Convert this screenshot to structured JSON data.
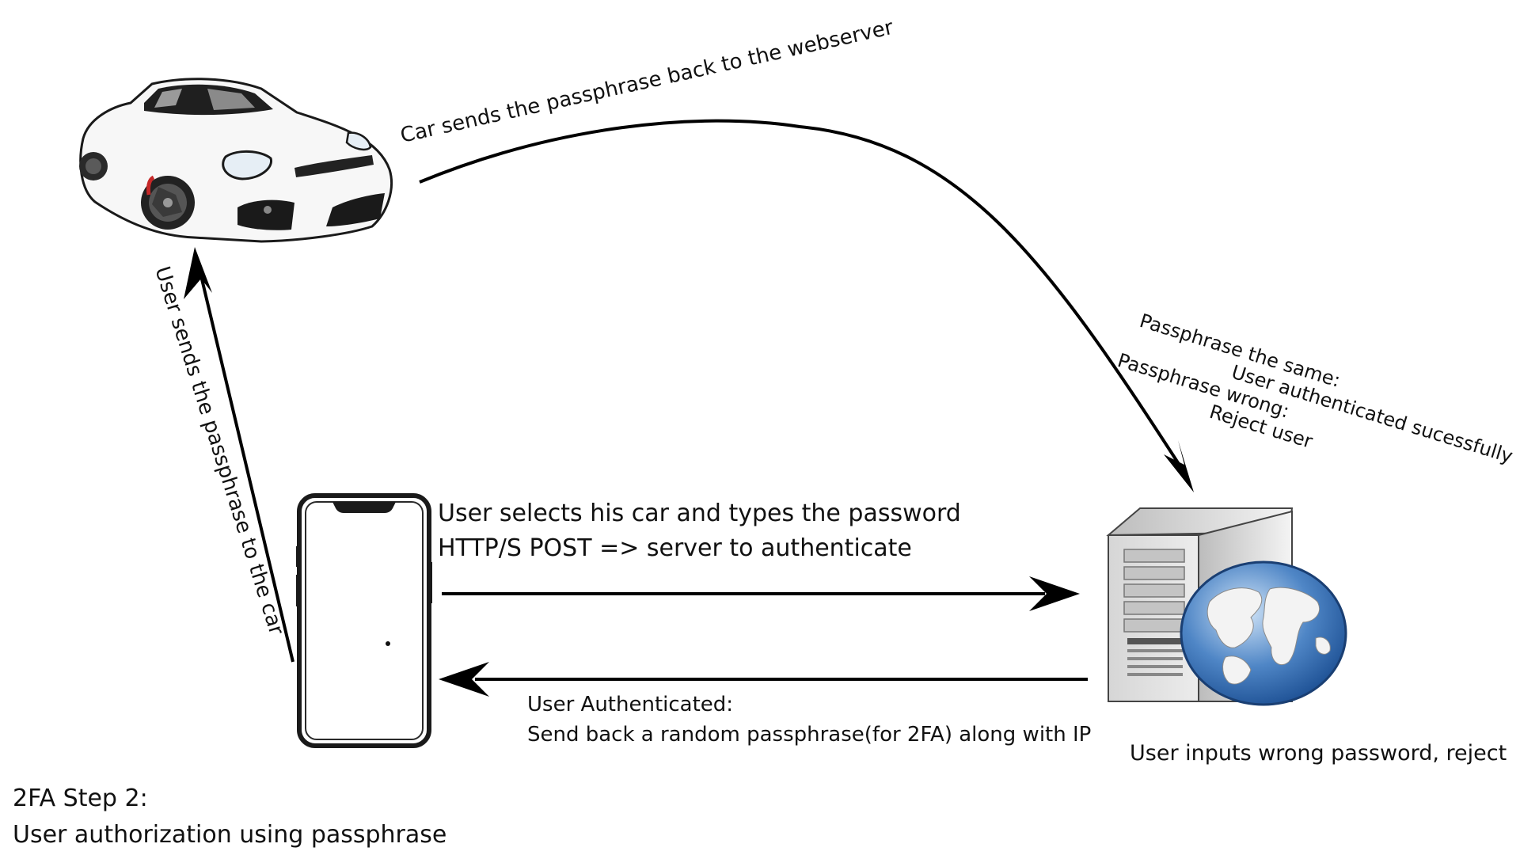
{
  "diagram": {
    "car_to_server_label": "Car sends the passphrase back to the webserver",
    "server_check": {
      "line1": "Passphrase the same:",
      "line2": "User authenticated sucessfully",
      "line3": "Passphrase wrong:",
      "line4": "Reject user"
    },
    "user_to_car_label": "User sends the passphrase to the car",
    "phone_to_server": {
      "line1": "User selects his car and types the password",
      "line2": "HTTP/S POST => server to authenticate"
    },
    "server_to_phone": {
      "line1": "User Authenticated:",
      "line2": "Send back a random passphrase(for 2FA) along with IP"
    },
    "server_reject_label": "User inputs wrong password, reject",
    "caption": {
      "line1": "2FA Step 2:",
      "line2": "User authorization using passphrase"
    }
  }
}
